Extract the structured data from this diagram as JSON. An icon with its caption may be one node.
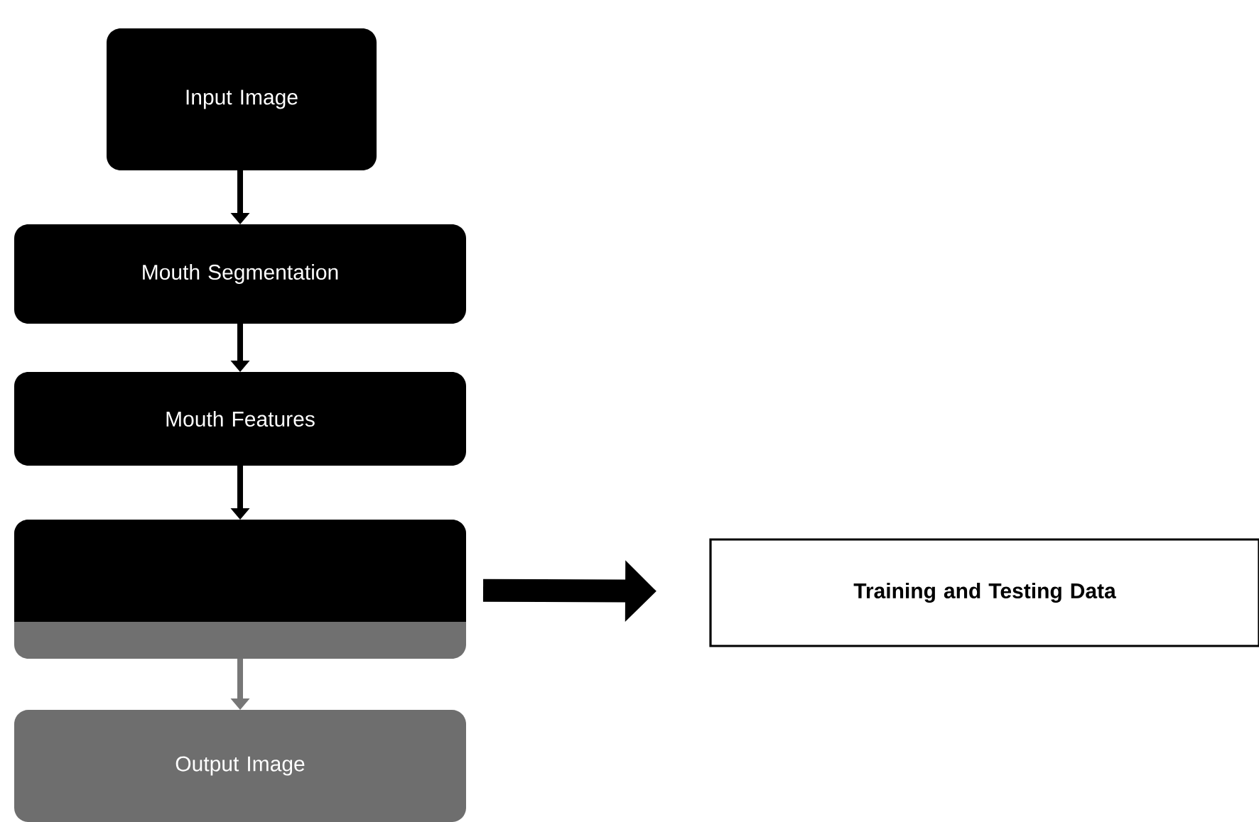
{
  "diagram": {
    "nodes": [
      {
        "text": [
          "Input Image"
        ]
      },
      {
        "text": [
          "Mouth Segmentation"
        ]
      },
      {
        "text": [
          "Mouth Features"
        ]
      },
      {
        "text": [],
        "shape": "box"
      },
      {
        "text": [
          "Output Image"
        ]
      },
      {
        "text": [
          "Training and Testing Data"
        ]
      }
    ],
    "edges": [
      {
        "from": 0,
        "to": 1,
        "arrow": "to"
      },
      {
        "from": 1,
        "to": 2,
        "arrow": "to"
      },
      {
        "from": 2,
        "to": 3,
        "arrow": "to"
      },
      {
        "from": 3,
        "to": 4,
        "arrow": "to",
        "color": "#777777"
      },
      {
        "from": 3,
        "to": 5,
        "arrow": "to",
        "style": "thick"
      }
    ]
  }
}
